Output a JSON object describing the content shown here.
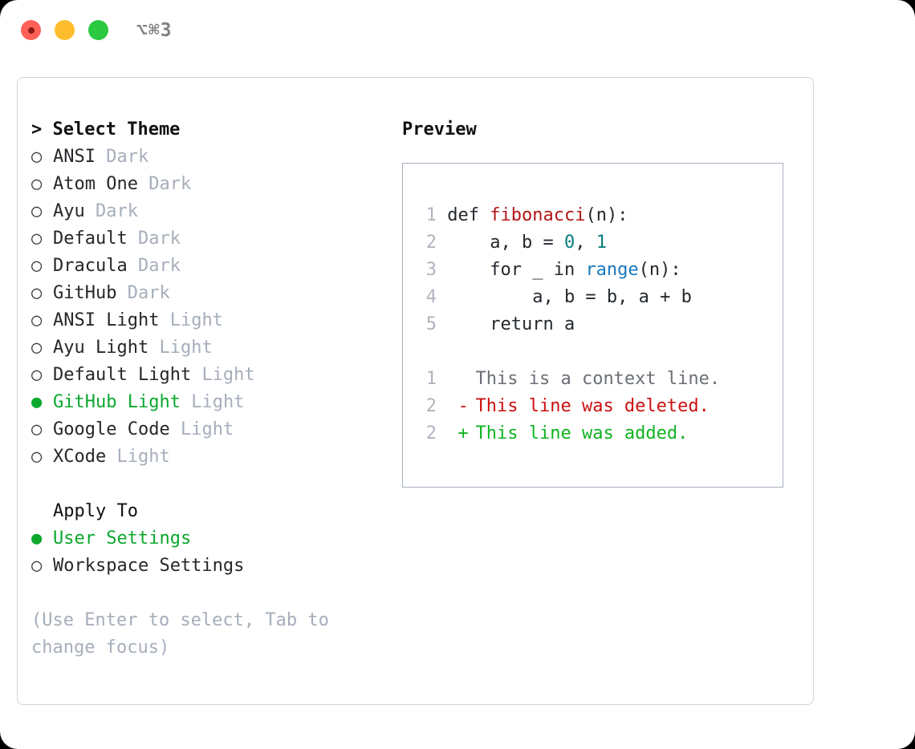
{
  "titlebar": {
    "shortcut": "⌥⌘3",
    "buttons": [
      {
        "name": "close",
        "color": "#ff6159"
      },
      {
        "name": "minimize",
        "color": "#ffbd2e"
      },
      {
        "name": "zoom",
        "color": "#2ac940"
      }
    ]
  },
  "theme_list": {
    "title": "> Select Theme",
    "marker_unselected": "○",
    "marker_selected": "●",
    "items": [
      {
        "label": "ANSI",
        "variant": "Dark",
        "selected": false
      },
      {
        "label": "Atom One",
        "variant": "Dark",
        "selected": false
      },
      {
        "label": "Ayu",
        "variant": "Dark",
        "selected": false
      },
      {
        "label": "Default",
        "variant": "Dark",
        "selected": false
      },
      {
        "label": "Dracula",
        "variant": "Dark",
        "selected": false
      },
      {
        "label": "GitHub",
        "variant": "Dark",
        "selected": false
      },
      {
        "label": "ANSI Light",
        "variant": "Light",
        "selected": false
      },
      {
        "label": "Ayu Light",
        "variant": "Light",
        "selected": false
      },
      {
        "label": "Default Light",
        "variant": "Light",
        "selected": false
      },
      {
        "label": "GitHub Light",
        "variant": "Light",
        "selected": true
      },
      {
        "label": "Google Code",
        "variant": "Light",
        "selected": false
      },
      {
        "label": "XCode",
        "variant": "Light",
        "selected": false
      }
    ]
  },
  "apply_to": {
    "title": "Apply To",
    "items": [
      {
        "label": "User Settings",
        "selected": true
      },
      {
        "label": "Workspace Settings",
        "selected": false
      }
    ]
  },
  "hint": "(Use Enter to select, Tab to change focus)",
  "preview": {
    "title": "Preview",
    "code_lines": [
      {
        "num": "1",
        "segments": [
          {
            "text": "def ",
            "kind": "plain"
          },
          {
            "text": "fibonacci",
            "kind": "fn"
          },
          {
            "text": "(n):",
            "kind": "plain"
          }
        ]
      },
      {
        "num": "2",
        "segments": [
          {
            "text": "    a, b = ",
            "kind": "plain"
          },
          {
            "text": "0",
            "kind": "num"
          },
          {
            "text": ", ",
            "kind": "plain"
          },
          {
            "text": "1",
            "kind": "num"
          }
        ]
      },
      {
        "num": "3",
        "segments": [
          {
            "text": "    for _ in ",
            "kind": "plain"
          },
          {
            "text": "range",
            "kind": "call"
          },
          {
            "text": "(n):",
            "kind": "plain"
          }
        ]
      },
      {
        "num": "4",
        "segments": [
          {
            "text": "        a, b = b, a + b",
            "kind": "plain"
          }
        ]
      },
      {
        "num": "5",
        "segments": [
          {
            "text": "    return a",
            "kind": "plain"
          }
        ]
      }
    ],
    "diff_lines": [
      {
        "num": "1",
        "sign": " ",
        "text": "This is a context line.",
        "kind": "context"
      },
      {
        "num": "2",
        "sign": "-",
        "text": "This line was deleted.",
        "kind": "deleted"
      },
      {
        "num": "2",
        "sign": "+",
        "text": "This line was added.",
        "kind": "added"
      }
    ]
  },
  "colors": {
    "selected_green": "#0ca82e",
    "muted_grey": "#a6aebb",
    "diff_added": "#0fb321",
    "diff_deleted": "#cc1111",
    "token_function": "#b31515",
    "token_number": "#077d7d",
    "token_call": "#1879bd"
  }
}
